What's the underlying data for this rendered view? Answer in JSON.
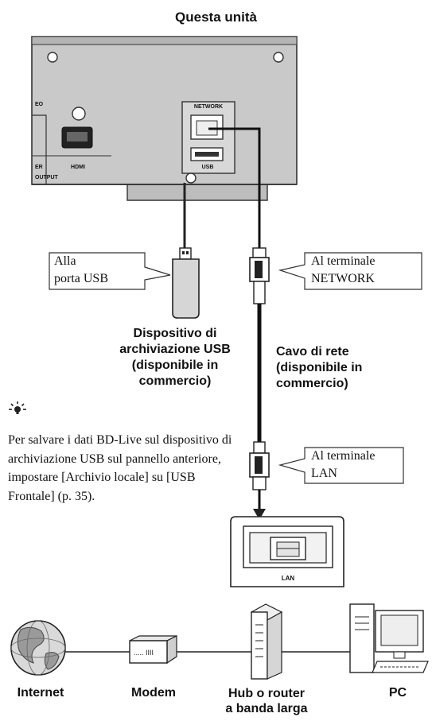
{
  "title": "Questa unità",
  "device_panel": {
    "network_label": "NETWORK",
    "usb_label": "USB",
    "hdmi_label": "HDMI",
    "left_fragments": [
      "EO",
      "ER",
      "OUTPUT"
    ]
  },
  "callouts": {
    "usb_port": "Alla\nporta USB",
    "network_terminal": "Al terminale\nNETWORK",
    "lan_terminal": "Al terminale\nLAN"
  },
  "labels": {
    "usb_device": "Dispositivo di\narchiviazione USB\n(disponibile in\ncommercio)",
    "network_cable": "Cavo di rete\n(disponibile in\ncommercio)"
  },
  "tip": {
    "icon": "lightbulb-icon",
    "text": "Per salvare i dati BD-Live sul dispositivo di archiviazione USB sul pannello anteriore, impostare [Archivio locale] su [USB Frontale] (p. 35)."
  },
  "hub_panel": {
    "lan_label": "LAN"
  },
  "bottom_labels": {
    "internet": "Internet",
    "modem": "Modem",
    "hub": "Hub o router\na banda larga",
    "pc": "PC"
  }
}
